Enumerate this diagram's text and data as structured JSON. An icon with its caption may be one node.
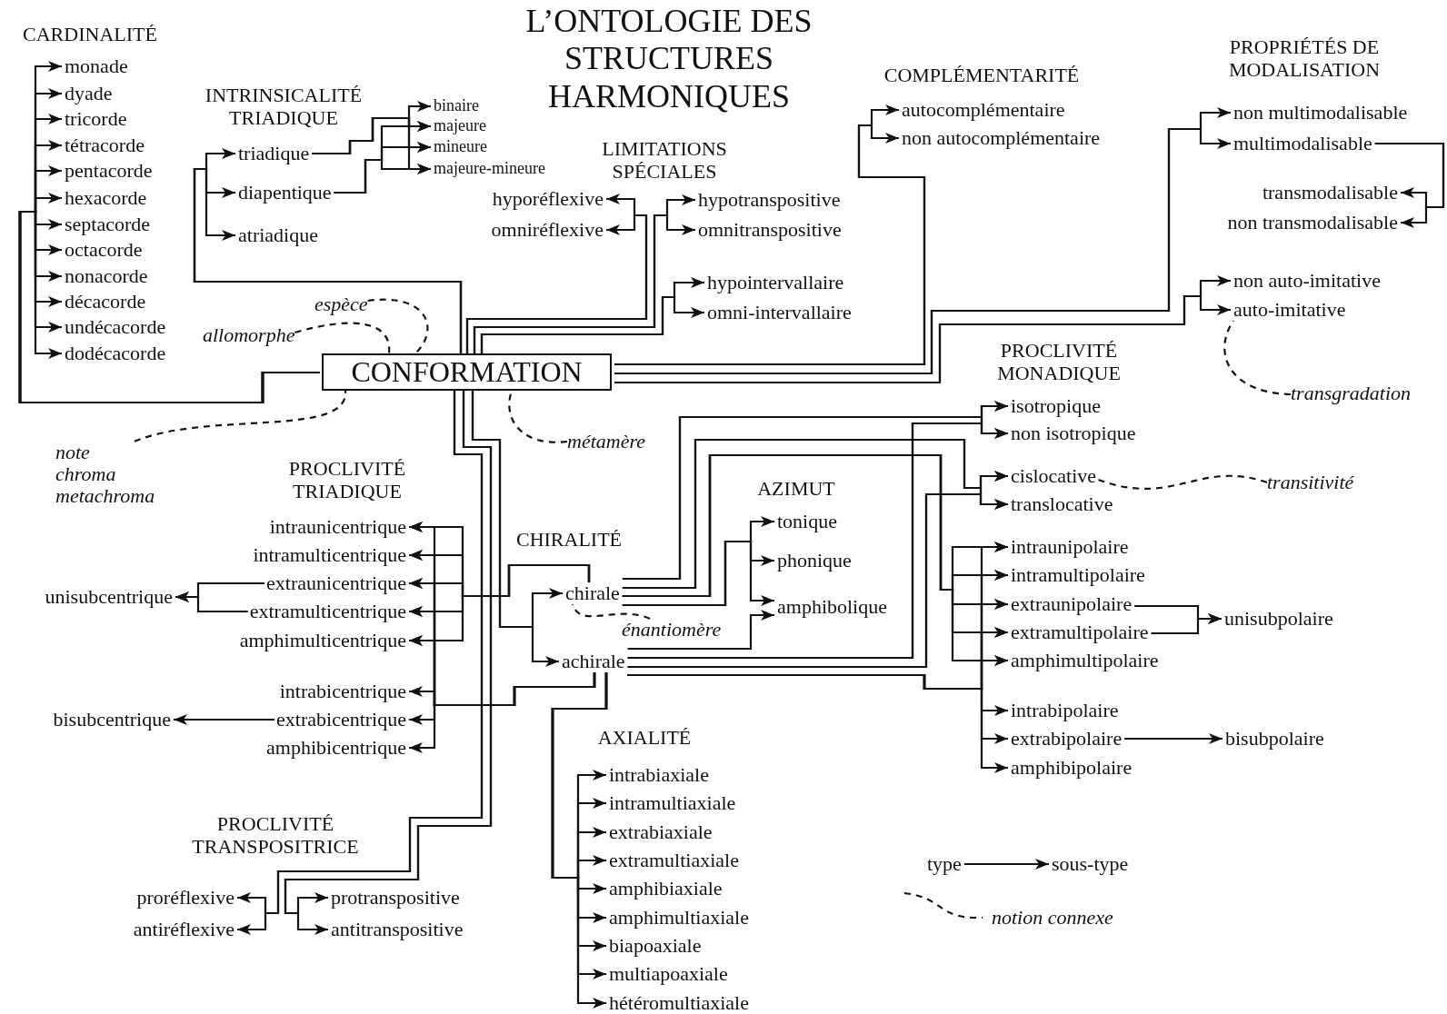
{
  "diagram": {
    "title": "L’ONTOLOGIE DES STRUCTURES HARMONIQUES",
    "nodes": [
      {
        "text": [
          "CONFORMATION"
        ]
      },
      {
        "text": [
          "monade"
        ]
      },
      {
        "text": [
          "dyade"
        ]
      },
      {
        "text": [
          "tricorde"
        ]
      },
      {
        "text": [
          "tétracorde"
        ]
      },
      {
        "text": [
          "pentacorde"
        ]
      },
      {
        "text": [
          "hexacorde"
        ]
      },
      {
        "text": [
          "septacorde"
        ]
      },
      {
        "text": [
          "octacorde"
        ]
      },
      {
        "text": [
          "nonacorde"
        ]
      },
      {
        "text": [
          "décacorde"
        ]
      },
      {
        "text": [
          "undécacorde"
        ]
      },
      {
        "text": [
          "dodécacorde"
        ]
      },
      {
        "text": [
          "triadique"
        ]
      },
      {
        "text": [
          "diapentique"
        ]
      },
      {
        "text": [
          "atriadique"
        ]
      },
      {
        "text": [
          "binaire"
        ]
      },
      {
        "text": [
          "majeure"
        ]
      },
      {
        "text": [
          "mineure"
        ]
      },
      {
        "text": [
          "majeure-mineure"
        ]
      },
      {
        "text": [
          "hyporéflexive"
        ]
      },
      {
        "text": [
          "omniréflexive"
        ]
      },
      {
        "text": [
          "hypotranspositive"
        ]
      },
      {
        "text": [
          "omnitranspositive"
        ]
      },
      {
        "text": [
          "hypointervallaire"
        ]
      },
      {
        "text": [
          "omni-intervallaire"
        ]
      },
      {
        "text": [
          "autocomplémentaire"
        ]
      },
      {
        "text": [
          "non autocomplémentaire"
        ]
      },
      {
        "text": [
          "non multimodalisable"
        ]
      },
      {
        "text": [
          "multimodalisable"
        ]
      },
      {
        "text": [
          "transmodalisable"
        ]
      },
      {
        "text": [
          "non transmodalisable"
        ]
      },
      {
        "text": [
          "non auto-imitative"
        ]
      },
      {
        "text": [
          "auto-imitative"
        ]
      },
      {
        "text": [
          "espèce"
        ]
      },
      {
        "text": [
          "allomorphe"
        ]
      },
      {
        "text": [
          "transgradation"
        ]
      },
      {
        "text": [
          "isotropique"
        ]
      },
      {
        "text": [
          "non isotropique"
        ]
      },
      {
        "text": [
          "métamère"
        ]
      },
      {
        "text": [
          "cislocative"
        ]
      },
      {
        "text": [
          "translocative"
        ]
      },
      {
        "text": [
          "transitivité"
        ]
      },
      {
        "text": [
          "note chroma metachroma"
        ]
      },
      {
        "text": [
          "intraunicentrique"
        ]
      },
      {
        "text": [
          "intramulticentrique"
        ]
      },
      {
        "text": [
          "extraunicentrique"
        ]
      },
      {
        "text": [
          "extramulticentrique"
        ]
      },
      {
        "text": [
          "amphimulticentrique"
        ]
      },
      {
        "text": [
          "unisubcentrique"
        ]
      },
      {
        "text": [
          "chirale"
        ]
      },
      {
        "text": [
          "tonique"
        ]
      },
      {
        "text": [
          "phonique"
        ]
      },
      {
        "text": [
          "amphibolique"
        ]
      },
      {
        "text": [
          "énantiomère"
        ]
      },
      {
        "text": [
          "achirale"
        ]
      },
      {
        "text": [
          "intrabicentrique"
        ]
      },
      {
        "text": [
          "extrabicentrique"
        ]
      },
      {
        "text": [
          "amphibicentrique"
        ]
      },
      {
        "text": [
          "bisubcentrique"
        ]
      },
      {
        "text": [
          "intraunipolaire"
        ]
      },
      {
        "text": [
          "intramultipolaire"
        ]
      },
      {
        "text": [
          "extraunipolaire"
        ]
      },
      {
        "text": [
          "extramultipolaire"
        ]
      },
      {
        "text": [
          "amphimultipolaire"
        ]
      },
      {
        "text": [
          "unisubpolaire"
        ]
      },
      {
        "text": [
          "intrabipolaire"
        ]
      },
      {
        "text": [
          "extrabipolaire"
        ]
      },
      {
        "text": [
          "amphibipolaire"
        ]
      },
      {
        "text": [
          "bisubpolaire"
        ]
      },
      {
        "text": [
          "intrabiaxiale"
        ]
      },
      {
        "text": [
          "intramultiaxiale"
        ]
      },
      {
        "text": [
          "extrabiaxiale"
        ]
      },
      {
        "text": [
          "extramultiaxiale"
        ]
      },
      {
        "text": [
          "amphibiaxiale"
        ]
      },
      {
        "text": [
          "amphimultiaxiale"
        ]
      },
      {
        "text": [
          "biapoaxiale"
        ]
      },
      {
        "text": [
          "multiapoaxiale"
        ]
      },
      {
        "text": [
          "hétéromultiaxiale"
        ]
      },
      {
        "text": [
          "proréflexive"
        ]
      },
      {
        "text": [
          "antiréflexive"
        ]
      },
      {
        "text": [
          "protranspositive"
        ]
      },
      {
        "text": [
          "antitranspositive"
        ]
      },
      {
        "text": [
          "type"
        ]
      },
      {
        "text": [
          "sous-type"
        ]
      }
    ],
    "edges": [
      {
        "from": 0,
        "to": 1,
        "arrow": "to"
      },
      {
        "from": 0,
        "to": 2,
        "arrow": "to"
      },
      {
        "from": 0,
        "to": 3,
        "arrow": "to"
      },
      {
        "from": 0,
        "to": 4,
        "arrow": "to"
      },
      {
        "from": 0,
        "to": 5,
        "arrow": "to"
      },
      {
        "from": 0,
        "to": 6,
        "arrow": "to"
      },
      {
        "from": 0,
        "to": 7,
        "arrow": "to"
      },
      {
        "from": 0,
        "to": 8,
        "arrow": "to"
      },
      {
        "from": 0,
        "to": 9,
        "arrow": "to"
      },
      {
        "from": 0,
        "to": 10,
        "arrow": "to"
      },
      {
        "from": 0,
        "to": 11,
        "arrow": "to"
      },
      {
        "from": 0,
        "to": 12,
        "arrow": "to"
      },
      {
        "from": 0,
        "to": 13,
        "arrow": "to"
      },
      {
        "from": 0,
        "to": 14,
        "arrow": "to"
      },
      {
        "from": 0,
        "to": 15,
        "arrow": "to"
      },
      {
        "from": 13,
        "to": 16,
        "arrow": "to"
      },
      {
        "from": 13,
        "to": 17,
        "arrow": "to"
      },
      {
        "from": 13,
        "to": 18,
        "arrow": "to"
      },
      {
        "from": 13,
        "to": 19,
        "arrow": "to"
      },
      {
        "from": 14,
        "to": 17,
        "arrow": "to"
      },
      {
        "from": 14,
        "to": 18,
        "arrow": "to"
      },
      {
        "from": 14,
        "to": 19,
        "arrow": "to"
      },
      {
        "from": 0,
        "to": 20,
        "arrow": "to"
      },
      {
        "from": 0,
        "to": 21,
        "arrow": "to"
      },
      {
        "from": 0,
        "to": 22,
        "arrow": "to"
      },
      {
        "from": 0,
        "to": 23,
        "arrow": "to"
      },
      {
        "from": 0,
        "to": 24,
        "arrow": "to"
      },
      {
        "from": 0,
        "to": 25,
        "arrow": "to"
      },
      {
        "from": 0,
        "to": 26,
        "arrow": "to"
      },
      {
        "from": 0,
        "to": 27,
        "arrow": "to"
      },
      {
        "from": 0,
        "to": 28,
        "arrow": "to"
      },
      {
        "from": 0,
        "to": 29,
        "arrow": "to"
      },
      {
        "from": 0,
        "to": 32,
        "arrow": "to"
      },
      {
        "from": 0,
        "to": 33,
        "arrow": "to"
      },
      {
        "from": 29,
        "to": 30,
        "arrow": "to"
      },
      {
        "from": 29,
        "to": 31,
        "arrow": "to"
      },
      {
        "from": 34,
        "to": 0,
        "arrow": "none",
        "style": "dashed"
      },
      {
        "from": 35,
        "to": 0,
        "arrow": "none",
        "style": "dashed"
      },
      {
        "from": 39,
        "to": 0,
        "arrow": "none",
        "style": "dashed"
      },
      {
        "from": 43,
        "to": 0,
        "arrow": "none",
        "style": "dashed"
      },
      {
        "from": 36,
        "to": 33,
        "arrow": "none",
        "style": "dashed"
      },
      {
        "from": 42,
        "to": 40,
        "arrow": "none",
        "style": "dashed"
      },
      {
        "from": 54,
        "to": 50,
        "arrow": "none",
        "style": "dashed"
      },
      {
        "from": 0,
        "to": 50,
        "arrow": "to"
      },
      {
        "from": 0,
        "to": 55,
        "arrow": "to"
      },
      {
        "from": 50,
        "to": 44,
        "arrow": "to"
      },
      {
        "from": 50,
        "to": 45,
        "arrow": "to"
      },
      {
        "from": 50,
        "to": 46,
        "arrow": "to"
      },
      {
        "from": 50,
        "to": 47,
        "arrow": "to"
      },
      {
        "from": 50,
        "to": 48,
        "arrow": "to"
      },
      {
        "from": 55,
        "to": 44,
        "arrow": "to"
      },
      {
        "from": 55,
        "to": 45,
        "arrow": "to"
      },
      {
        "from": 55,
        "to": 46,
        "arrow": "to"
      },
      {
        "from": 55,
        "to": 47,
        "arrow": "to"
      },
      {
        "from": 55,
        "to": 48,
        "arrow": "to"
      },
      {
        "from": 55,
        "to": 56,
        "arrow": "to"
      },
      {
        "from": 55,
        "to": 57,
        "arrow": "to"
      },
      {
        "from": 55,
        "to": 58,
        "arrow": "to"
      },
      {
        "from": 46,
        "to": 49,
        "arrow": "to"
      },
      {
        "from": 47,
        "to": 49,
        "arrow": "to"
      },
      {
        "from": 57,
        "to": 59,
        "arrow": "to"
      },
      {
        "from": 50,
        "to": 37,
        "arrow": "to"
      },
      {
        "from": 50,
        "to": 38,
        "arrow": "to"
      },
      {
        "from": 55,
        "to": 37,
        "arrow": "to"
      },
      {
        "from": 55,
        "to": 38,
        "arrow": "to"
      },
      {
        "from": 50,
        "to": 40,
        "arrow": "to"
      },
      {
        "from": 50,
        "to": 41,
        "arrow": "to"
      },
      {
        "from": 55,
        "to": 40,
        "arrow": "to"
      },
      {
        "from": 55,
        "to": 41,
        "arrow": "to"
      },
      {
        "from": 50,
        "to": 60,
        "arrow": "to"
      },
      {
        "from": 50,
        "to": 61,
        "arrow": "to"
      },
      {
        "from": 50,
        "to": 62,
        "arrow": "to"
      },
      {
        "from": 50,
        "to": 63,
        "arrow": "to"
      },
      {
        "from": 50,
        "to": 64,
        "arrow": "to"
      },
      {
        "from": 55,
        "to": 60,
        "arrow": "to"
      },
      {
        "from": 55,
        "to": 61,
        "arrow": "to"
      },
      {
        "from": 55,
        "to": 62,
        "arrow": "to"
      },
      {
        "from": 55,
        "to": 63,
        "arrow": "to"
      },
      {
        "from": 55,
        "to": 64,
        "arrow": "to"
      },
      {
        "from": 55,
        "to": 66,
        "arrow": "to"
      },
      {
        "from": 55,
        "to": 67,
        "arrow": "to"
      },
      {
        "from": 55,
        "to": 68,
        "arrow": "to"
      },
      {
        "from": 50,
        "to": 51,
        "arrow": "to"
      },
      {
        "from": 50,
        "to": 52,
        "arrow": "to"
      },
      {
        "from": 50,
        "to": 53,
        "arrow": "to"
      },
      {
        "from": 55,
        "to": 53,
        "arrow": "to"
      },
      {
        "from": 62,
        "to": 65,
        "arrow": "to"
      },
      {
        "from": 63,
        "to": 65,
        "arrow": "to"
      },
      {
        "from": 67,
        "to": 69,
        "arrow": "to"
      },
      {
        "from": 55,
        "to": 70,
        "arrow": "to"
      },
      {
        "from": 55,
        "to": 71,
        "arrow": "to"
      },
      {
        "from": 55,
        "to": 72,
        "arrow": "to"
      },
      {
        "from": 55,
        "to": 73,
        "arrow": "to"
      },
      {
        "from": 55,
        "to": 74,
        "arrow": "to"
      },
      {
        "from": 55,
        "to": 75,
        "arrow": "to"
      },
      {
        "from": 55,
        "to": 76,
        "arrow": "to"
      },
      {
        "from": 55,
        "to": 77,
        "arrow": "to"
      },
      {
        "from": 55,
        "to": 78,
        "arrow": "to"
      },
      {
        "from": 0,
        "to": 79,
        "arrow": "to"
      },
      {
        "from": 0,
        "to": 80,
        "arrow": "to"
      },
      {
        "from": 0,
        "to": 81,
        "arrow": "to"
      },
      {
        "from": 0,
        "to": 82,
        "arrow": "to"
      },
      {
        "from": 83,
        "to": 84,
        "arrow": "to"
      }
    ],
    "labels": [
      "CARDINALITÉ",
      "INTRINSICALITÉ TRIADIQUE",
      "LIMITATIONS SPÉCIALES",
      "COMPLÉMENTARITÉ",
      "PROPRIÉTÉS DE MODALISATION",
      "PROCLIVITÉ MONADIQUE",
      "PROCLIVITÉ TRIADIQUE",
      "CHIRALITÉ",
      "AZIMUT",
      "AXIALITÉ",
      "PROCLIVITÉ TRANSPOSITRICE"
    ],
    "legend": [
      {
        "text": "notion connexe"
      }
    ]
  }
}
